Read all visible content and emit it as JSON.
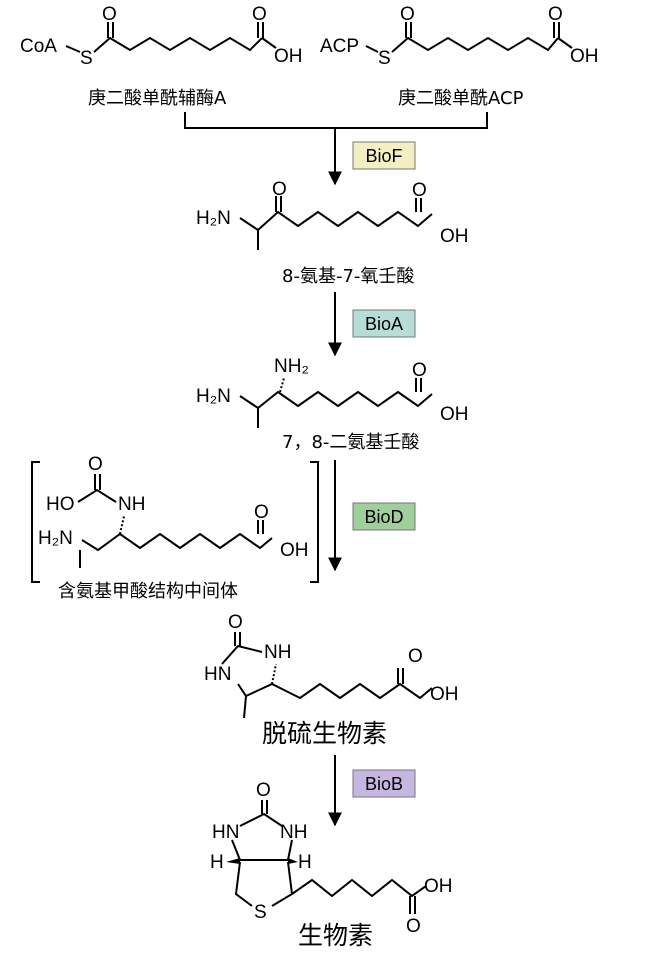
{
  "compounds": {
    "pimeloyl_coa": {
      "label": "庚二酸单酰辅酶A",
      "group": "CoA",
      "s": "S",
      "o1": "O",
      "o2": "O",
      "oh": "OH"
    },
    "pimeloyl_acp": {
      "label": "庚二酸单酰ACP",
      "group": "ACP",
      "s": "S",
      "o1": "O",
      "o2": "O",
      "oh": "OH"
    },
    "kapa": {
      "label": "8-氨基-7-氧壬酸",
      "nh2": "H₂N",
      "o1": "O",
      "o2": "O",
      "oh": "OH"
    },
    "dapa": {
      "label": "7，8-二氨基壬酸",
      "nh2a": "NH₂",
      "nh2b": "H₂N",
      "o": "O",
      "oh": "OH"
    },
    "carbamate": {
      "label": "含氨基甲酸结构中间体",
      "o": "O",
      "ho": "HO",
      "nh": "NH",
      "nh2": "H₂N",
      "o2": "O",
      "oh": "OH"
    },
    "dethiobiotin": {
      "label": "脱硫生物素",
      "o": "O",
      "nh": "NH",
      "hn": "HN",
      "o2": "O",
      "oh": "OH"
    },
    "biotin": {
      "label": "生物素",
      "o": "O",
      "hn": "HN",
      "nh": "NH",
      "h1": "H",
      "h2": "H",
      "s": "S",
      "oh": "OH",
      "o2": "O"
    }
  },
  "enzymes": [
    {
      "name": "BioF",
      "color": "#f3efc2"
    },
    {
      "name": "BioA",
      "color": "#b6ddd6"
    },
    {
      "name": "BioD",
      "color": "#9fd09a"
    },
    {
      "name": "BioB",
      "color": "#c6b6e0"
    }
  ]
}
